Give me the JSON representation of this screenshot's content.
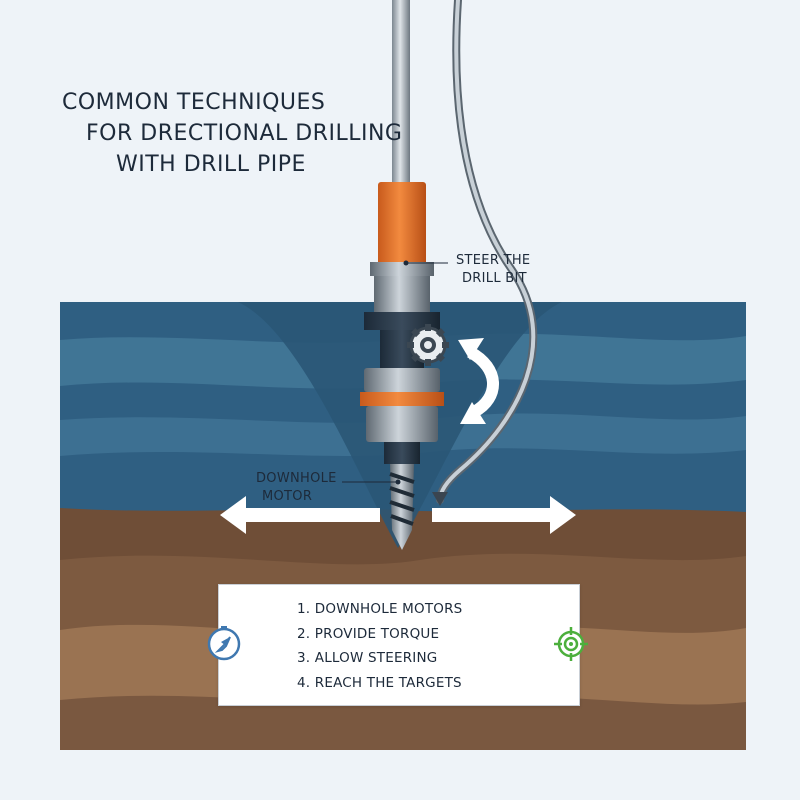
{
  "title": {
    "line1": "COMMON TECHNIQUES",
    "line2": "FOR DRECTIONAL DRILLING",
    "line3": "WITH DRILL PIPE"
  },
  "callouts": {
    "steer_line1": "STEER THE",
    "steer_line2": "DRILL BIT",
    "motor_line1": "DOWNHOLE",
    "motor_line2": "MOTOR"
  },
  "steps": [
    "1. DOWNHOLE MOTORS",
    "2. PROVIDE TORQUE",
    "3. ALLOW STEERING",
    "4. REACH THE TARGETS"
  ],
  "icons": {
    "left": "compass-icon",
    "right": "target-icon",
    "gear": "gear-icon",
    "steer": "curved-double-arrow-icon"
  },
  "colors": {
    "background": "#eef3f8",
    "water_dark": "#2f5f82",
    "water_light": "#4f86a6",
    "soil_dark": "#6f4e37",
    "soil_light": "#9a7352",
    "accent_orange": "#e8732a",
    "steel": "#9aa4ad",
    "target_green": "#4caf3c",
    "compass_blue": "#3f78b0"
  }
}
